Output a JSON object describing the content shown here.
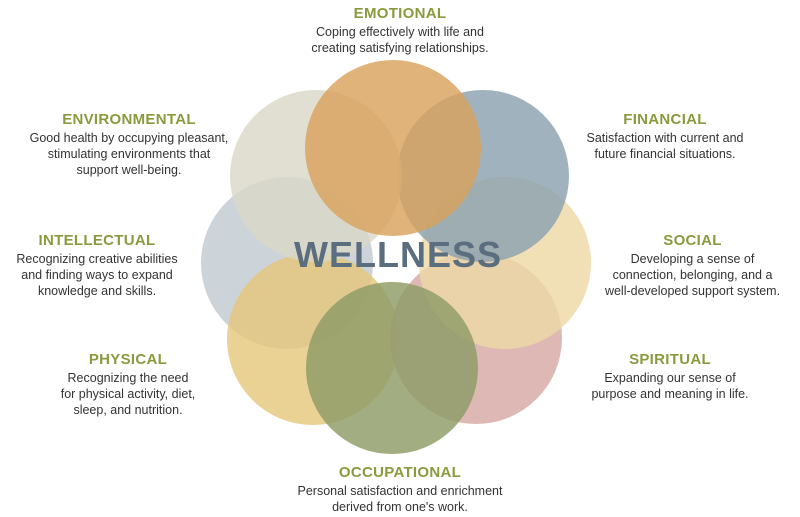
{
  "center_title": "WELLNESS",
  "dimensions": [
    {
      "key": "emotional",
      "title": "EMOTIONAL",
      "desc_lines": [
        "Coping effectively with life and",
        "creating satisfying relationships."
      ],
      "color": "#D9A25E"
    },
    {
      "key": "financial",
      "title": "FINANCIAL",
      "desc_lines": [
        "Satisfaction with current and",
        "future financial situations."
      ],
      "color": "#8AA1B0"
    },
    {
      "key": "social",
      "title": "SOCIAL",
      "desc_lines": [
        "Developing a sense of",
        "connection, belonging, and a",
        "well-developed support system."
      ],
      "color": "#EED9A6"
    },
    {
      "key": "spiritual",
      "title": "SPIRITUAL",
      "desc_lines": [
        "Expanding our sense of",
        "purpose and meaning in life."
      ],
      "color": "#D7A8A3"
    },
    {
      "key": "occupational",
      "title": "OCCUPATIONAL",
      "desc_lines": [
        "Personal satisfaction and enrichment",
        "derived from one's work."
      ],
      "color": "#8E9B66"
    },
    {
      "key": "physical",
      "title": "PHYSICAL",
      "desc_lines": [
        "Recognizing the need",
        "for physical activity, diet,",
        "sleep, and nutrition."
      ],
      "color": "#E5C77D"
    },
    {
      "key": "intellectual",
      "title": "INTELLECTUAL",
      "desc_lines": [
        "Recognizing creative abilities",
        "and finding ways to expand",
        "knowledge and skills."
      ],
      "color": "#C2CBD1"
    },
    {
      "key": "environmental",
      "title": "ENVIRONMENTAL",
      "desc_lines": [
        "Good health by occupying pleasant,",
        "stimulating environments that",
        "support well-being."
      ],
      "color": "#D9D8C8"
    }
  ],
  "colors": {
    "title_green": "#8A9A3E",
    "center_title": "#5A6E7F",
    "body_text": "#333333"
  }
}
